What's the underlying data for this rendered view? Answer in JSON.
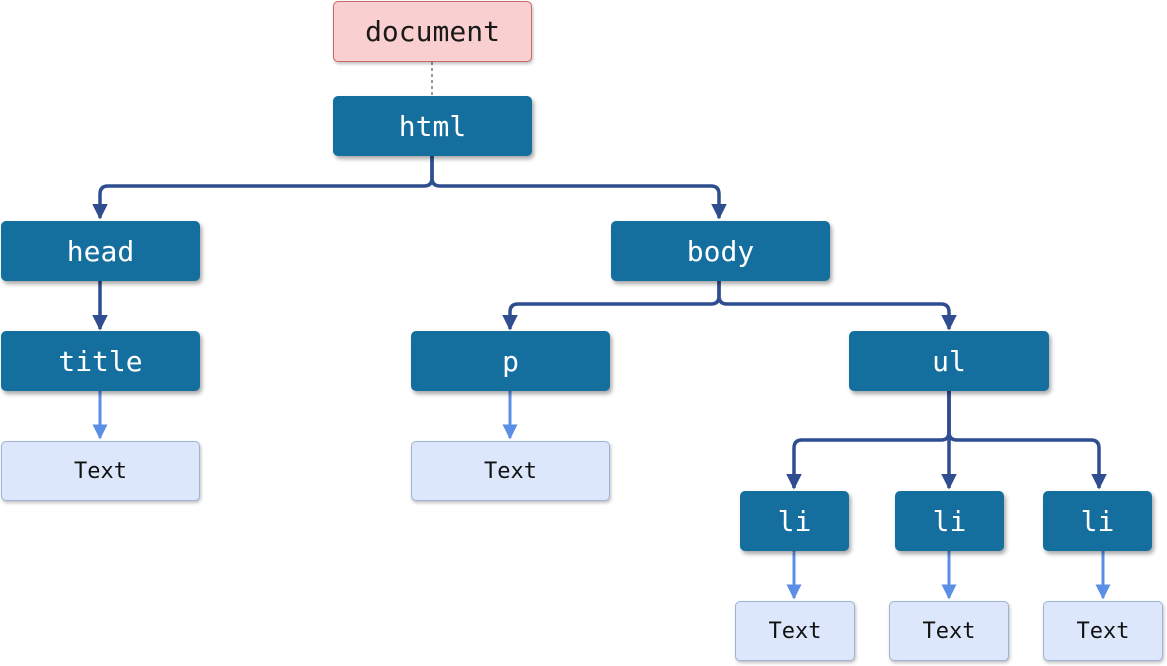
{
  "tree": {
    "document": "document",
    "html": "html",
    "head": "head",
    "title": "title",
    "title_text": "Text",
    "body": "body",
    "p": "p",
    "p_text": "Text",
    "ul": "ul",
    "li_1": "li",
    "li_1_text": "Text",
    "li_2": "li",
    "li_2_text": "Text",
    "li_3": "li",
    "li_3_text": "Text"
  },
  "colors": {
    "element_fill": "#146f9e",
    "element_text": "#ffffff",
    "document_fill": "#f9cfcf",
    "text_node_fill": "#dce7fb",
    "element_edge": "#2f4d8f",
    "text_edge": "#5b8fe6"
  }
}
